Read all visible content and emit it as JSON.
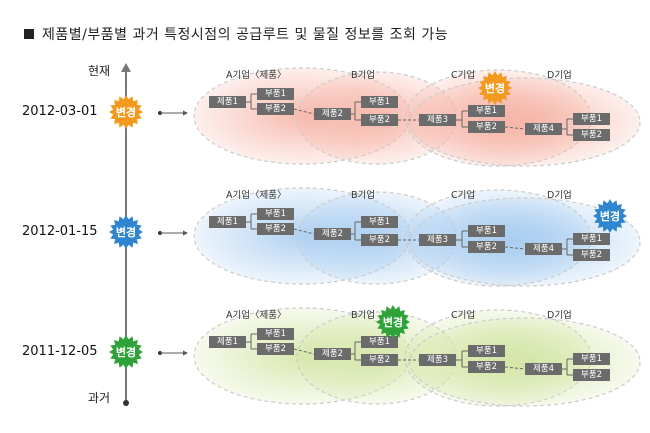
{
  "title": "제품별/부품별 과거 특정시점의 공급루트 및 물질 정보를 조회 가능",
  "timeline": {
    "top_label": "현재",
    "bottom_label": "과거"
  },
  "companies": [
    "A기업〈제품〉",
    "B기업",
    "C기업",
    "D기업"
  ],
  "nodes": {
    "p1": "제품1",
    "p2": "제품2",
    "p3": "제품3",
    "p4": "제품4",
    "c1": "부품1",
    "c2": "부품2"
  },
  "rows": [
    {
      "date": "2012-03-01",
      "badge": "변경",
      "color": "#f39a1e",
      "tint": "#f6b4a6",
      "change_at": "C기업"
    },
    {
      "date": "2012-01-15",
      "badge": "변경",
      "color": "#2f86d0",
      "tint": "#a9cdf0",
      "change_at": "D기업"
    },
    {
      "date": "2011-12-05",
      "badge": "변경",
      "color": "#2fa33a",
      "tint": "#d4e5a6",
      "change_at": "B기업"
    }
  ]
}
